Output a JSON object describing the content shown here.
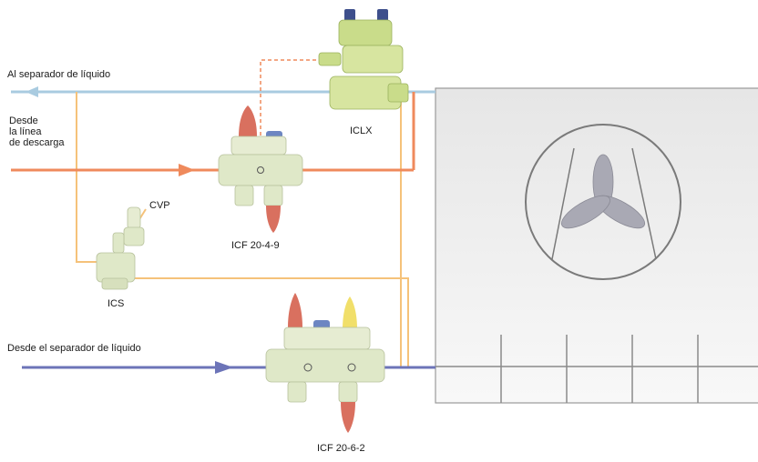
{
  "labels": {
    "to_separator": "Al separador de líquido",
    "from_discharge_line1": "Desde",
    "from_discharge_line2": "la línea",
    "from_discharge_line3": "de descarga",
    "from_separator": "Desde el separador de líquido",
    "iclx": "ICLX",
    "cvp": "CVP",
    "ics": "ICS",
    "icf_4_9": "ICF 20-4-9",
    "icf_6_2": "ICF 20-6-2"
  },
  "colors": {
    "liquid_return_line": "#a9cbe0",
    "discharge_line": "#ef8a5c",
    "pilot_line": "#f5c27a",
    "liquid_supply_line": "#6c74b8",
    "valve_body": "#dfe8c8",
    "valve_body_iclx": "#c9dc8a",
    "actuator_red": "#d9705f",
    "actuator_blue": "#6d86c2",
    "actuator_yellow": "#f1df6a",
    "solenoid_navy": "#3e4f8c",
    "vessel_fill": "#e9e9e9",
    "vessel_outline": "#8a8a8a"
  },
  "icons": {
    "vessel": "liquid-separator-vessel",
    "pump": "pump-symbol"
  }
}
